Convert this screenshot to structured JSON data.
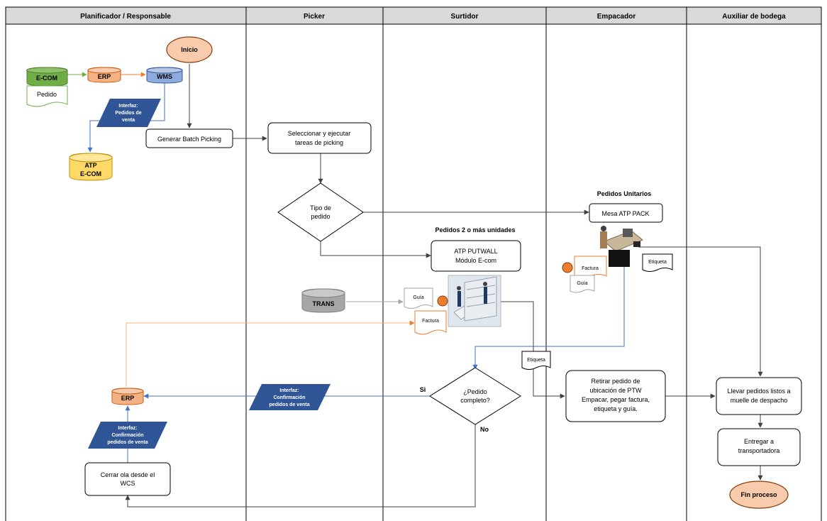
{
  "lanes": [
    "Planificador / Responsable",
    "Picker",
    "Surtidor",
    "Empacador",
    "Auxiliar de bodega"
  ],
  "nodes": {
    "inicio": "Inicio",
    "ecom": "E-COM",
    "pedido": "Pedido",
    "erp_top": "ERP",
    "wms": "WMS",
    "interfaz_ventas": [
      "Interfaz:",
      "Pedidos de",
      "venta"
    ],
    "atp_ecom": [
      "ATP",
      "E-COM"
    ],
    "generar_batch": "Generar Batch Picking",
    "seleccionar": [
      "Seleccionar y ejecutar",
      "tareas de picking"
    ],
    "tipo_pedido": [
      "Tipo de",
      "pedido"
    ],
    "pedidos_unitarios": "Pedidos Unitarios",
    "mesa_atp": "Mesa ATP PACK",
    "pedidos_2": "Pedidos 2 o más unidades",
    "atp_putwall": [
      "ATP PUTWALL",
      "Módulo E-com"
    ],
    "factura_emp": "Factura",
    "guia_emp": "Guía",
    "etiqueta_emp": "Etiqueta",
    "trans": "TRANS",
    "guia_surt": "Guía",
    "factura_surt": "Factura",
    "etiqueta_mid": "Etiqueta",
    "pedido_completo": [
      "¿Pedido",
      "completo?"
    ],
    "si": "Si",
    "no": "No",
    "interfaz_conf_picker": [
      "Interfaz:",
      "Confirmación",
      "pedidos de venta"
    ],
    "erp_bottom": "ERP",
    "interfaz_conf_plan": [
      "Interfaz:",
      "Confirmación",
      "pedidos de venta"
    ],
    "cerrar_ola": [
      "Cerrar ola desde el",
      "WCS"
    ],
    "retirar": [
      "Retirar pedido de",
      "ubicación de PTW",
      "Empacar, pegar factura,",
      "etiqueta y guía."
    ],
    "llevar": [
      "Llevar pedidos listos a",
      "muelle de despacho"
    ],
    "entregar": [
      "Entregar a",
      "transportadora"
    ],
    "fin": "Fin proceso"
  },
  "colors": {
    "header_bg": "#d9d9d9",
    "start_end_fill": "#f8cbad",
    "start_end_stroke": "#c55a11",
    "ecom_green": "#70ad47",
    "erp_orange": "#f4b183",
    "wms_blue": "#8faadc",
    "atp_yellow": "#ffd966",
    "interfaz_blue": "#2f5597",
    "trans_gray": "#a6a6a6",
    "orange_line": "#f4b183",
    "blue_line": "#8faadc",
    "green_line": "#70ad47"
  }
}
